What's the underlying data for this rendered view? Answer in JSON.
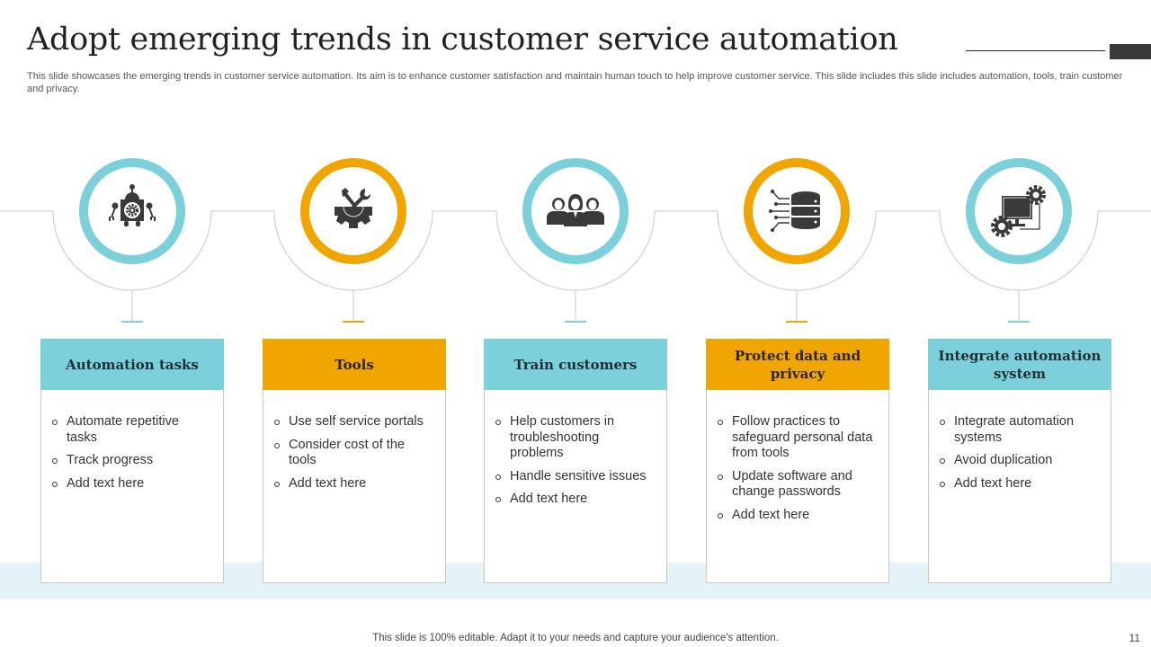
{
  "header": {
    "title": "Adopt emerging trends in customer service automation",
    "subtitle": "This slide showcases the emerging trends in customer service automation. Its aim is to enhance customer satisfaction and maintain human touch to help improve customer service. This slide includes this slide includes automation, tools, train customer and privacy."
  },
  "colors": {
    "teal": "#7bd0db",
    "amber": "#f0a500",
    "band": "#e3f3f7",
    "icon": "#3a3a3a"
  },
  "steps": [
    {
      "icon": "robot-icon",
      "color": "teal",
      "title": "Automation tasks",
      "bullets": [
        "Automate repetitive tasks",
        "Track progress",
        "Add text here"
      ]
    },
    {
      "icon": "tools-gear-icon",
      "color": "amber",
      "title": "Tools",
      "bullets": [
        "Use self service portals",
        "Consider cost of the tools",
        "Add text here"
      ]
    },
    {
      "icon": "team-icon",
      "color": "teal",
      "title": "Train customers",
      "bullets": [
        "Help customers in troubleshooting problems",
        "Handle sensitive issues",
        "Add text here"
      ]
    },
    {
      "icon": "database-icon",
      "color": "amber",
      "title": "Protect data and privacy",
      "bullets": [
        "Follow practices to safeguard personal data from tools",
        "Update software and change passwords",
        "Add text here"
      ]
    },
    {
      "icon": "computer-gears-icon",
      "color": "teal",
      "title": "Integrate automation system",
      "bullets": [
        "Integrate automation systems",
        "Avoid duplication",
        "Add text here"
      ]
    }
  ],
  "footer": {
    "note": "This slide is 100% editable. Adapt it to your needs and capture your audience's attention.",
    "page_number": "11"
  }
}
